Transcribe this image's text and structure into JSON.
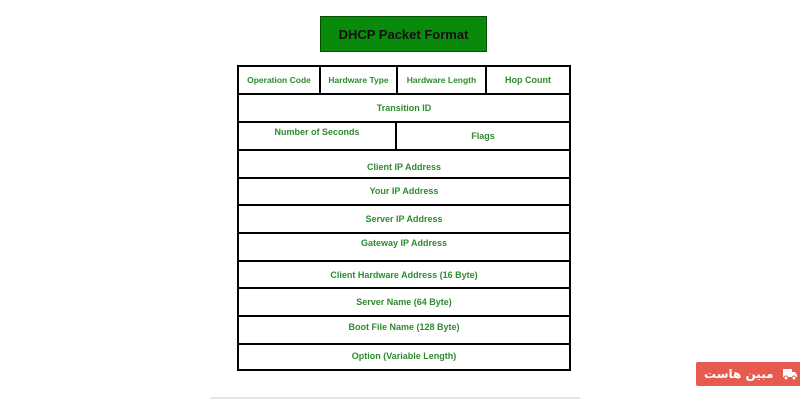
{
  "title": "DHCP Packet Format",
  "rows": [
    [
      "Operation Code",
      "Hardware Type",
      "Hardware Length",
      "Hop Count"
    ],
    [
      "Transition ID"
    ],
    [
      "Number of Seconds",
      "Flags"
    ],
    [
      "Client IP Address"
    ],
    [
      "Your IP Address"
    ],
    [
      "Server IP Address"
    ],
    [
      "Gateway IP Address"
    ],
    [
      "Client Hardware Address (16 Byte)"
    ],
    [
      "Server Name (64 Byte)"
    ],
    [
      "Boot File Name (128 Byte)"
    ],
    [
      "Option (Variable Length)"
    ]
  ],
  "watermark": {
    "text": "مبین هاست",
    "icon": "truck-icon",
    "color": "#e65a50"
  },
  "colors": {
    "title_bg": "#0a8a0a",
    "label_text": "#2e8b2e",
    "border": "#000000"
  }
}
